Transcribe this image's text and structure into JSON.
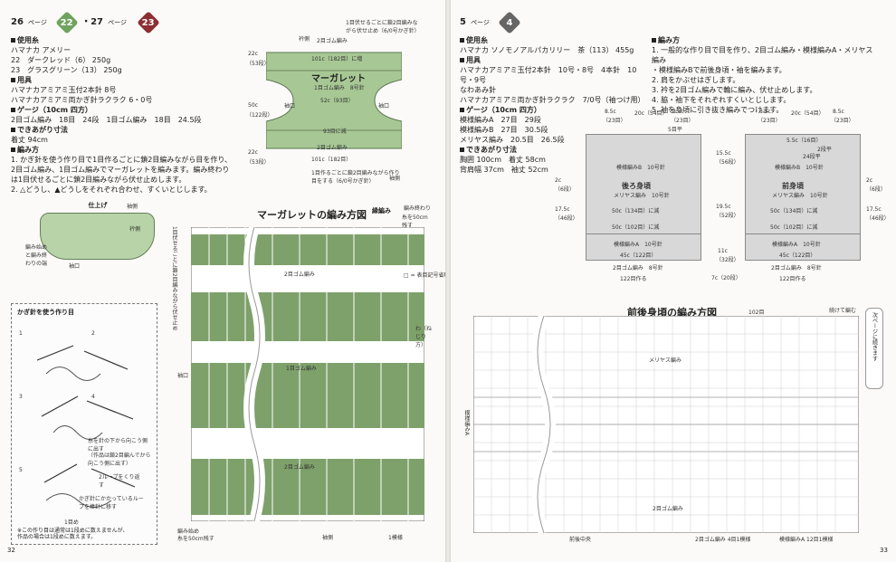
{
  "left_page": {
    "header": {
      "page_left": "26",
      "page_mid": "・27",
      "page_suffix": "ページ",
      "badge_1": "22",
      "badge_2": "23"
    },
    "materials": {
      "title_1": "使用糸",
      "line_1": "ハマナカ アメリー",
      "line_2": "22　ダークレッド（6） 250g",
      "line_3": "23　グラスグリーン（13） 250g",
      "title_2": "用具",
      "line_4": "ハマナカアミアミ玉付2本針 8号",
      "line_5": "ハマナカアミアミ両かぎ針ラクラク 6・0号",
      "title_3": "ゲージ（10cm 四方）",
      "line_6": "2目ゴム編み　18目　24段　1目ゴム編み　18目　24.5段",
      "title_4": "できあがり寸法",
      "line_7": "着丈 94cm",
      "title_5": "編み方",
      "line_8": "1. かぎ針を使う作り目で1目作るごとに鎖2目編みながら目を作り、",
      "line_9": "2目ゴム編み、1目ゴム編みでマーガレットを編みます。編み終わり",
      "line_10": "は1目伏せるごとに鎖2目編みながら伏せ止めします。",
      "line_11": "2. △どうし、▲どうしをそれぞれ合わせ、すくいとじします。"
    },
    "finish_label": "仕上げ",
    "finish_labels": {
      "a": "袖側",
      "b": "衿側",
      "c": "編み始めと編み終わりの端",
      "d": "袖口"
    },
    "margarete": {
      "title": "マーガレット",
      "title_note": "1目ゴム編み　8号針",
      "top_note": "1目伏せるごとに鎖2目編みながら伏せ止め（6/0号かぎ針）",
      "top_label": "衿側",
      "seg_1": "2目ゴム編み",
      "seg_2": "101c（182目）に増",
      "seg_3": "52c（93目）",
      "seg_4": "93目に減",
      "seg_5": "2目ゴム編み",
      "seg_6": "101c（182目）",
      "left_top": "22c",
      "left_top_sub": "（53段）",
      "left_mid": "50c",
      "left_mid_sub": "（122段）",
      "left_bot": "22c",
      "left_bot_sub": "（53段）",
      "side_left": "袖口",
      "side_right": "袖口",
      "bottom_note": "1目作るごとに鎖2目編みながら作り目をする（6/0号かぎ針）",
      "bottom_label": "袖側"
    },
    "crochet": {
      "title": "かぎ針を使う作り目",
      "note_1": "糸を針の下から向こう側に出す",
      "note_2": "（作品は鎖2目編んでから向こう側に出す）",
      "note_3": "2ループをくり返す",
      "note_4": "かぎ針にかかっているループを棒針に移す",
      "note_5": "1目め",
      "bottom_1": "※この作り目は通常は1段めに数えませんが、",
      "bottom_2": "作品の場合は1段めに数えます。",
      "step_1": "1",
      "step_2": "2",
      "step_3": "3",
      "step_4": "4",
      "step_5": "5"
    },
    "diagram": {
      "title": "マーガレットの編み方図",
      "edge_label": "縁編み",
      "top_right": "編み終わり",
      "top_right_2": "糸を50cm残す",
      "left_label_1": "1目伏せるごとに鎖2目編みながら伏せ止め",
      "left_label_2": "袖口",
      "row_1": "2目ゴム編み",
      "row_2": "1目ゴム編み",
      "row_3": "2目ゴム編み",
      "bottom_left": "編み始め",
      "bottom_left_2": "糸を50cm残す",
      "bottom_center": "袖側",
      "bottom_right": "1模様",
      "page_num": "32",
      "symbol": "□ = 表目記号省略",
      "right_note": "わ（ねじり方）"
    }
  },
  "right_page": {
    "header": {
      "page_num": "5",
      "page_suffix": "ページ",
      "badge": "4"
    },
    "materials": {
      "title_1": "使用糸",
      "line_1": "ハマナカ ソノモノアルパカリリー　茶（113） 455g",
      "title_2": "用具",
      "line_2": "ハマナカアミアミ玉付2本針　10号・8号　4本針　10号・9号",
      "line_3": "なわあみ針",
      "line_4": "ハマナカアミアミ両かぎ針ラクラク　7/0号（袖つけ用）",
      "title_3": "ゲージ（10cm 四方）",
      "line_5": "模様編みA　27目　29段",
      "line_6": "模様編みB　27目　30.5段",
      "line_7": "メリヤス編み　20.5目　26.5段",
      "title_4": "できあがり寸法",
      "line_8": "胸囲 100cm　着丈 58cm",
      "line_9": "背肩幅 37cm　袖丈 52cm"
    },
    "howto": {
      "title": "編み方",
      "line_1": "1. 一般的な作り目で目を作り、2目ゴム編み・模様編みA・メリヤス編み",
      "line_2": "・模様編みBで前後身頃・袖を編みます。",
      "line_3": "2. 肩をかぶせはぎします。",
      "line_4": "3. 衿を2目ゴム編みで輪に編み、伏せ止めします。",
      "line_5": "4. 脇・袖下をそれぞれすくいとじします。",
      "line_6": "5. 袖を身頃に引き抜き編みでつけます。"
    },
    "schematic": {
      "back_title": "後ろ身頃",
      "back_sub": "メリヤス編み　10号針",
      "front_title": "前身頃",
      "front_sub": "メリヤス編み　10号針",
      "pattern_a": "模様編みA　10号針",
      "pattern_b": "模様編みB　10号針",
      "rib": "2目ゴム編み　8号針",
      "left_val_1": "8.5c",
      "left_val_2": "（23目）",
      "left_top": "20c（54目）",
      "right_val_1": "8.5c",
      "right_val_2": "（23目）",
      "shoulder_note": "5目平",
      "dim_1": "50c（134目）に減",
      "dim_2": "50c（102目）に減",
      "dim_3": "45c（122目）",
      "dim_4": "122目作る",
      "dim_5": "50c（134目）に減",
      "dim_6": "45c（122目）",
      "dim_7": "122目作る",
      "front_top": "5.5c（16目）",
      "front_right": "2段平",
      "front_right_2": "24段平",
      "left_side_1": "2c",
      "left_side_2": "（6段）",
      "left_side_3": "17.5c",
      "left_side_4": "（46段）",
      "mid_1": "15.5c",
      "mid_2": "（56段）",
      "mid_3": "19.5c",
      "mid_4": "（52段）",
      "mid_5": "11c",
      "mid_6": "（32段）",
      "mid_7": "7c（20段）",
      "side_front_1": "2c",
      "side_front_2": "（6段）",
      "side_front_3": "17.5c",
      "side_front_4": "（46段）"
    },
    "diagram": {
      "title": "前後身頃の編み方図",
      "top_num": "102目",
      "top_right": "続けて編む",
      "label_1": "メリヤス編み",
      "label_2": "模様編みA",
      "label_3": "2目ゴム編み",
      "bottom_left": "前後中央",
      "bottom_mid": "2目ゴム編み 4目1模様",
      "bottom_right": "模様編みA 12目1模様",
      "page_num": "33",
      "next_page": "次ページに続きます"
    }
  }
}
